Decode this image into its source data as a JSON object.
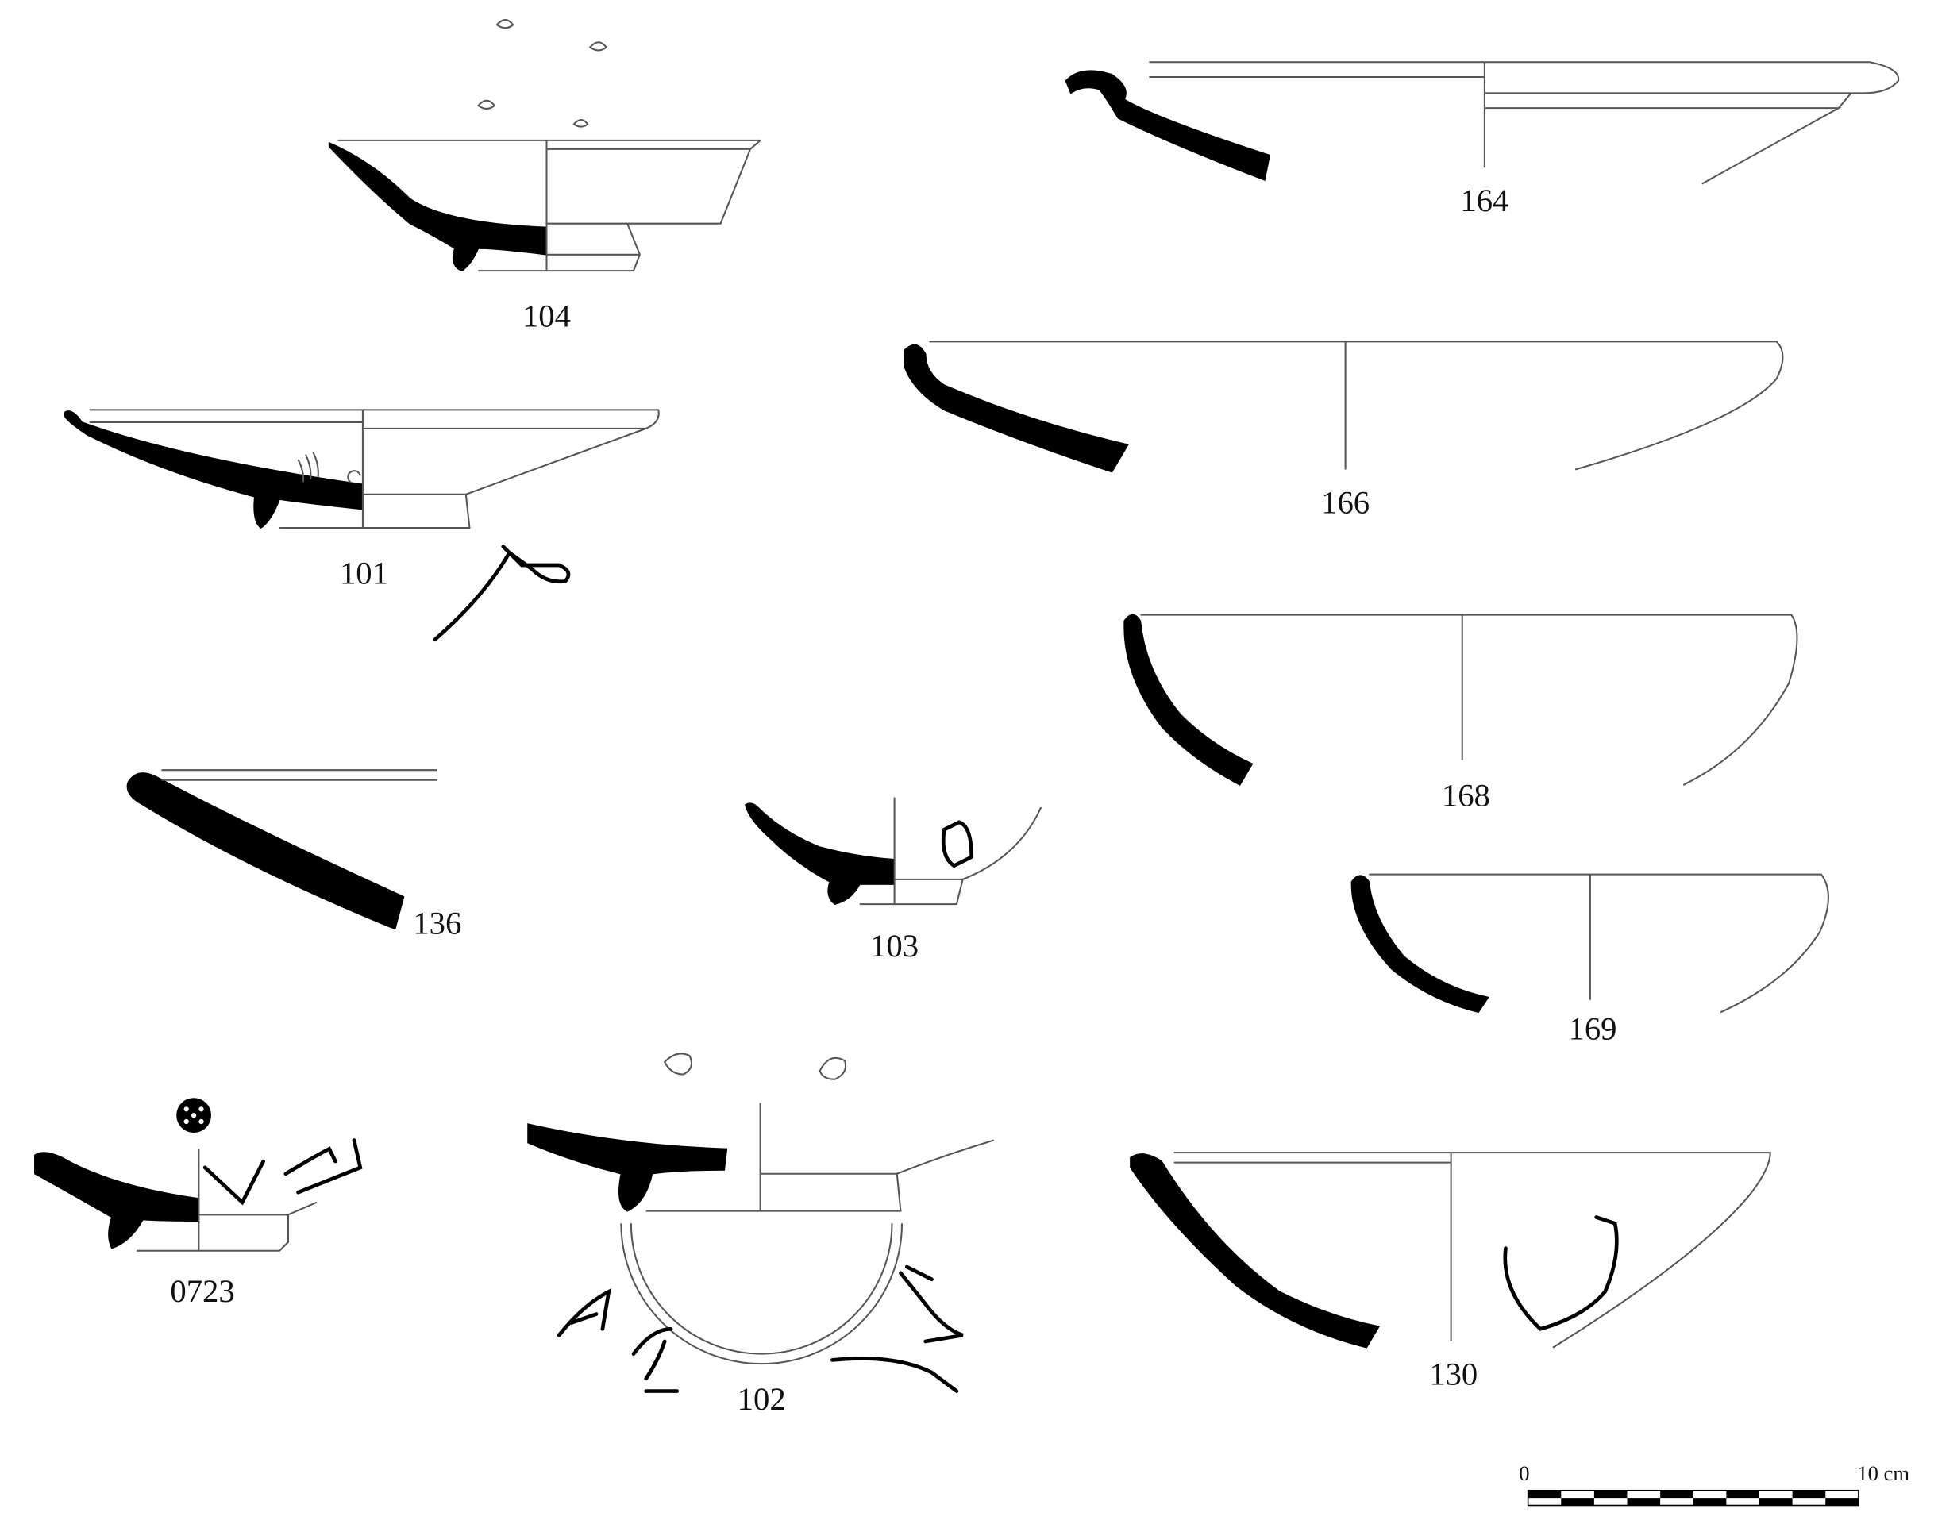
{
  "figure": {
    "labels": {
      "p104": "104",
      "p164": "164",
      "p101": "101",
      "p166": "166",
      "p168": "168",
      "p136": "136",
      "p103": "103",
      "p169": "169",
      "p0723": "0723",
      "p102": "102",
      "p130": "130"
    },
    "scale_bar": {
      "start_label": "0",
      "end_label": "10 cm",
      "segments": 10
    },
    "colors": {
      "ink": "#000000",
      "line": "#555555",
      "background": "#ffffff"
    }
  }
}
